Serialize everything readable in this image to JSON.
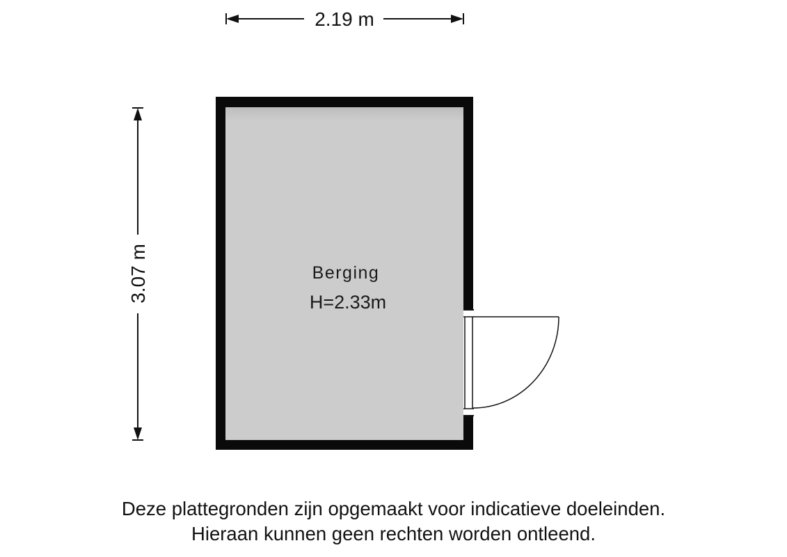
{
  "dimensions": {
    "width": "2.19 m",
    "depth": "3.07 m"
  },
  "room": {
    "name": "Berging",
    "height": "H=2.33m"
  },
  "disclaimer": {
    "line1": "Deze plattegronden zijn opgemaakt voor indicatieve doeleinden.",
    "line2": "Hieraan kunnen geen rechten worden ontleend."
  },
  "colors": {
    "wall": "#0a0a0a",
    "floor": "#cccccc",
    "line": "#111111"
  }
}
